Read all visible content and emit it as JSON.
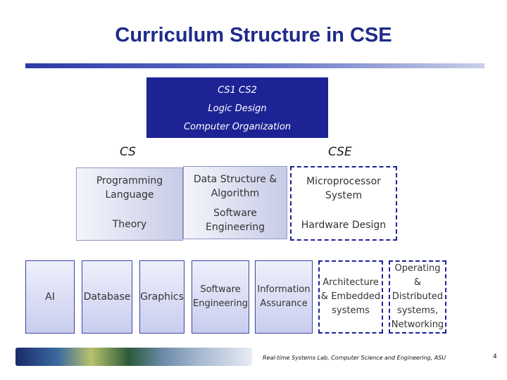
{
  "title": "Curriculum Structure in CSE",
  "core": [
    "CS1 CS2",
    "Logic Design",
    "Computer  Organization"
  ],
  "labels": {
    "cs": "CS",
    "cse": "CSE"
  },
  "cs_col": {
    "programming": "Programming Language",
    "theory": "Theory"
  },
  "mid_col": {
    "dsa": "Data Structure & Algorithm",
    "se": "Software Engineering"
  },
  "cse_col": {
    "micro": "Microprocessor System",
    "hw": "Hardware Design"
  },
  "bottom": {
    "ai": "AI",
    "database": "Database",
    "graphics": "Graphics",
    "software_eng": "Software Engineering",
    "info_assurance": "Information Assurance",
    "arch": "Architecture & Embedded systems",
    "os": "Operating & Distributed systems, Networking"
  },
  "footer": "Real-time Systems Lab, Computer Science and Engineering, ASU",
  "page_number": "4"
}
